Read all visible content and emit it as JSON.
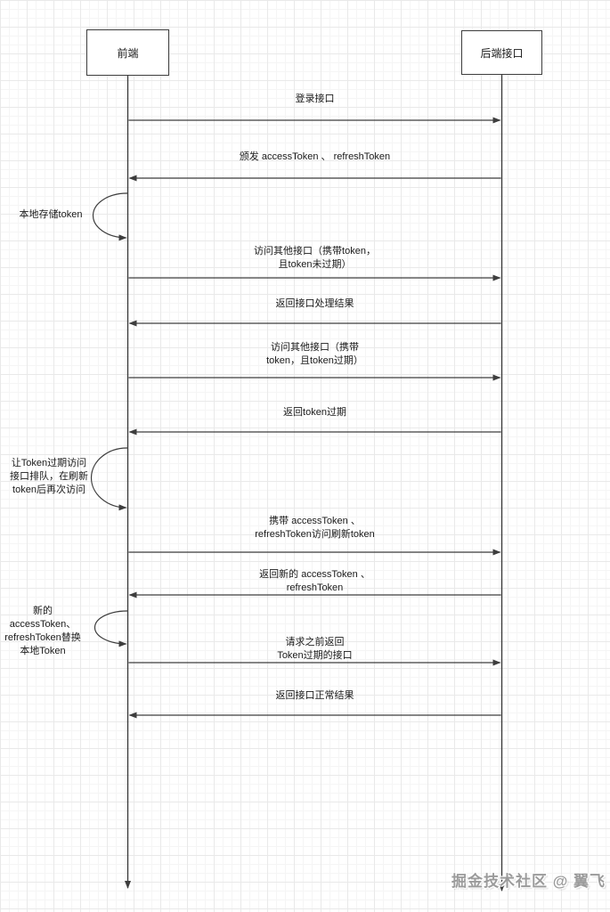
{
  "diagram": {
    "actors": [
      {
        "id": "frontend",
        "label": "前端"
      },
      {
        "id": "backend",
        "label": "后端接口"
      }
    ],
    "messages": [
      {
        "type": "message",
        "from": "frontend",
        "to": "backend",
        "text_lines": [
          "登录接口"
        ]
      },
      {
        "type": "message",
        "from": "backend",
        "to": "frontend",
        "text_lines": [
          "颁发 accessToken 、 refreshToken"
        ]
      },
      {
        "type": "self",
        "actor": "frontend",
        "text_lines": [
          "本地存储token"
        ]
      },
      {
        "type": "message",
        "from": "frontend",
        "to": "backend",
        "text_lines": [
          "访问其他接口（携带token，",
          "且token未过期）"
        ]
      },
      {
        "type": "message",
        "from": "backend",
        "to": "frontend",
        "text_lines": [
          "返回接口处理结果"
        ]
      },
      {
        "type": "message",
        "from": "frontend",
        "to": "backend",
        "text_lines": [
          "访问其他接口（携带",
          "token，且token过期）"
        ]
      },
      {
        "type": "message",
        "from": "backend",
        "to": "frontend",
        "text_lines": [
          "返回token过期"
        ]
      },
      {
        "type": "self",
        "actor": "frontend",
        "text_lines": [
          "让Token过期访问",
          "接口排队，在刷新",
          "token后再次访问"
        ]
      },
      {
        "type": "message",
        "from": "frontend",
        "to": "backend",
        "text_lines": [
          "携带 accessToken 、",
          "refreshToken访问刷新token"
        ]
      },
      {
        "type": "message",
        "from": "backend",
        "to": "frontend",
        "text_lines": [
          "返回新的 accessToken 、",
          "refreshToken"
        ]
      },
      {
        "type": "self",
        "actor": "frontend",
        "text_lines": [
          "新的",
          "accessToken、",
          "refreshToken替换",
          "本地Token"
        ]
      },
      {
        "type": "message",
        "from": "frontend",
        "to": "backend",
        "text_lines": [
          "请求之前返回",
          "Token过期的接口"
        ]
      },
      {
        "type": "message",
        "from": "backend",
        "to": "frontend",
        "text_lines": [
          "返回接口正常结果"
        ]
      }
    ],
    "watermark": "掘金技术社区 @ 翼飞",
    "colors": {
      "line": "#3d3d3d",
      "box_border": "#3d3d3d",
      "grid_minor": "#f5f5f5",
      "grid_major": "#e9e9e9",
      "watermark_text": "#9b9b9b"
    }
  }
}
